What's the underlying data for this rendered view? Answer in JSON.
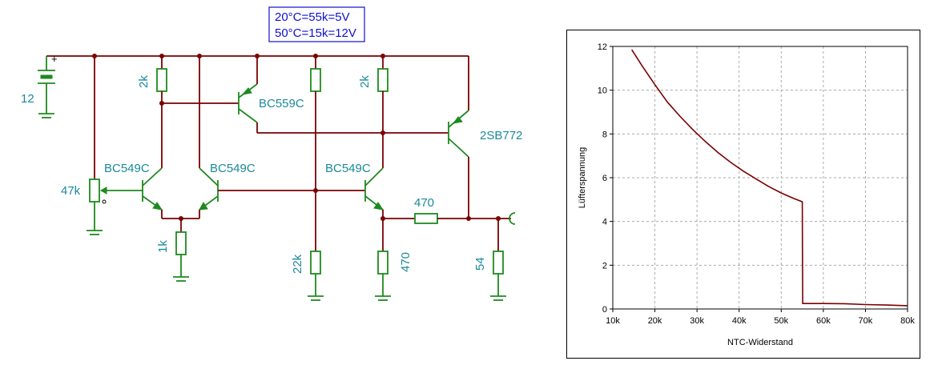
{
  "annotation": {
    "line1": "20°C=55k=5V",
    "line2": "50°C=15k=12V"
  },
  "components": {
    "battery": "12",
    "battery_plus": "+",
    "r_2k_left": "2k",
    "r_2k_right": "2k",
    "r_1k": "1k",
    "r_22k": "22k",
    "r_470_vertical": "470",
    "r_470_horizontal": "470",
    "r_54": "54",
    "pot_47k": "47k",
    "q_bc549c_1": "BC549C",
    "q_bc549c_2": "BC549C",
    "q_bc549c_3": "BC549C",
    "q_bc559c": "BC559C",
    "q_2sb772": "2SB772"
  },
  "chart_data": {
    "type": "line",
    "xlabel": "NTC-Widerstand",
    "ylabel": "Lüfterspannung",
    "xlim": [
      10,
      80
    ],
    "ylim": [
      0,
      12
    ],
    "xticks": [
      10,
      20,
      30,
      40,
      50,
      60,
      70,
      80
    ],
    "xtick_labels": [
      "10k",
      "20k",
      "30k",
      "40k",
      "50k",
      "60k",
      "70k",
      "80k"
    ],
    "yticks": [
      0,
      2,
      4,
      6,
      8,
      10,
      12
    ],
    "ytick_labels": [
      "0",
      "2",
      "4",
      "6",
      "8",
      "10",
      "12"
    ],
    "grid": true,
    "color": "#7a0000",
    "series": [
      {
        "x": [
          14.5,
          17,
          20,
          23,
          26,
          29,
          32,
          35,
          38,
          41,
          44,
          47,
          50,
          53,
          55,
          55.05,
          55.1,
          60,
          65,
          70,
          75,
          80
        ],
        "y": [
          11.85,
          11.1,
          10.25,
          9.45,
          8.8,
          8.2,
          7.65,
          7.15,
          6.7,
          6.3,
          5.95,
          5.6,
          5.3,
          5.05,
          4.9,
          2.5,
          0.25,
          0.25,
          0.24,
          0.2,
          0.18,
          0.15
        ]
      }
    ]
  }
}
